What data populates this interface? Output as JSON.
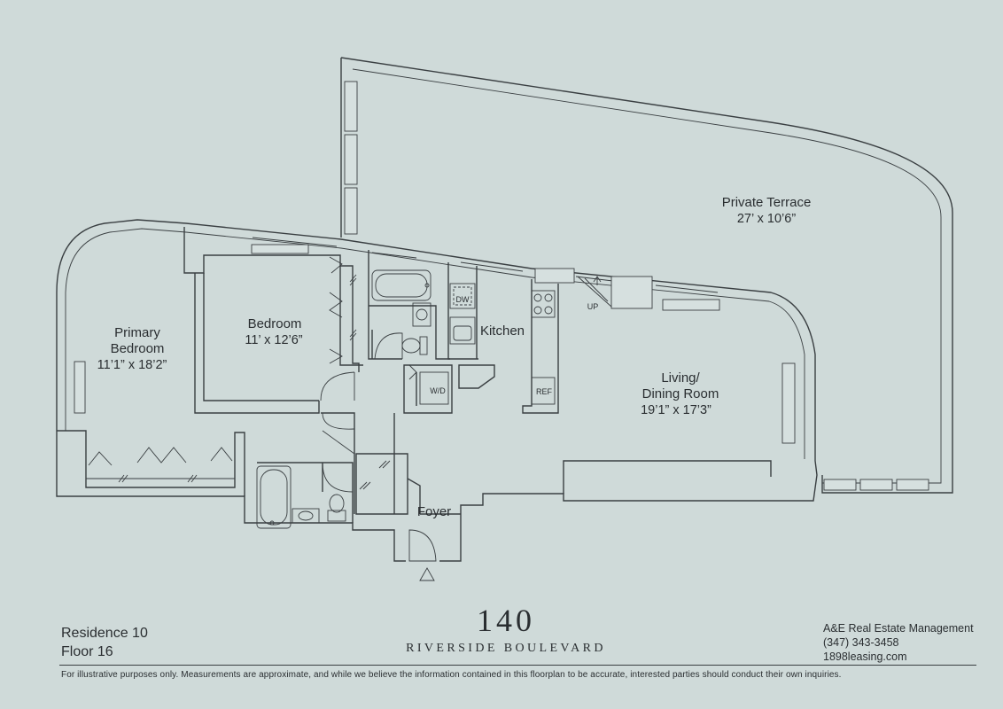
{
  "rooms": {
    "primary_bedroom": {
      "name_line1": "Primary",
      "name_line2": "Bedroom",
      "dims": "11’1” x 18’2”"
    },
    "bedroom": {
      "name": "Bedroom",
      "dims": "11’ x 12’6”"
    },
    "kitchen": {
      "name": "Kitchen"
    },
    "living": {
      "name_line1": "Living/",
      "name_line2": "Dining Room",
      "dims": "19’1” x 17’3”"
    },
    "terrace": {
      "name": "Private Terrace",
      "dims": "27’ x 10’6”"
    },
    "foyer": {
      "name": "Foyer"
    }
  },
  "fixtures": {
    "dw": "DW",
    "wd": "W/D",
    "ref": "REF",
    "up": "UP"
  },
  "residence": {
    "unit": "Residence 10",
    "floor": "Floor 16"
  },
  "building": {
    "number": "140",
    "street": "RIVERSIDE BOULEVARD"
  },
  "agency": {
    "name": "A&E Real Estate Management",
    "phone": "(347) 343-3458",
    "website": "1898leasing.com"
  },
  "disclaimer": "For illustrative purposes only.  Measurements are approximate, and while we believe the information contained in this floorplan to be accurate, interested parties should conduct their own inquiries."
}
